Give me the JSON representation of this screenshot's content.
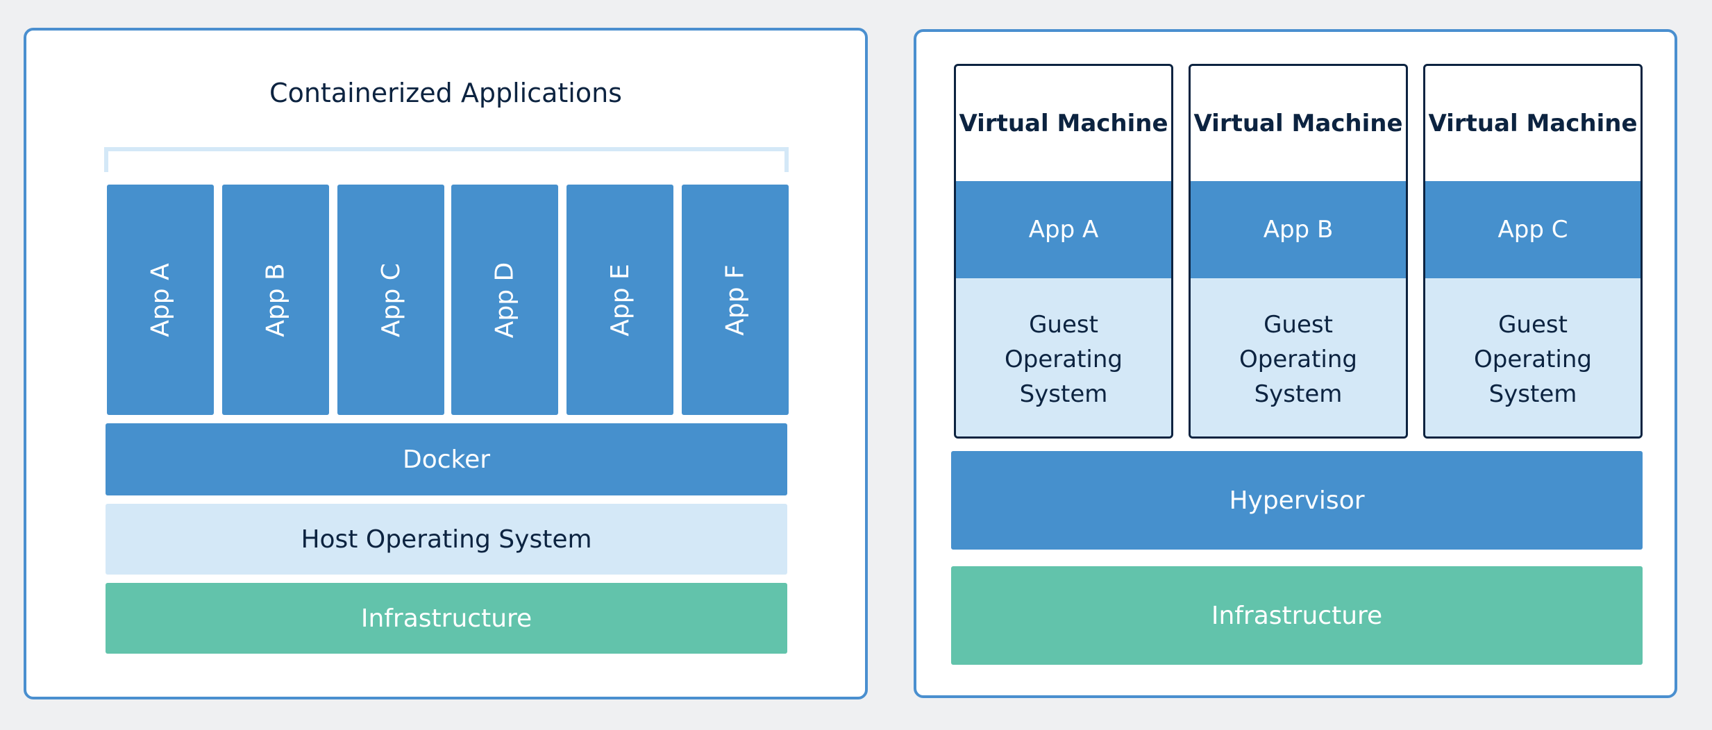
{
  "colors": {
    "background": "#eff0f2",
    "panel_border": "#4a8fcf",
    "blue_layer": "#4690cd",
    "light_layer": "#d4e8f7",
    "infrastructure": "#62c3ab",
    "text_dark": "#0c2340"
  },
  "containers": {
    "title": "Containerized Applications",
    "apps": [
      "App A",
      "App B",
      "App C",
      "App D",
      "App E",
      "App F"
    ],
    "docker": "Docker",
    "host_os": "Host Operating System",
    "infrastructure": "Infrastructure"
  },
  "vms": {
    "machines": [
      {
        "title": "Virtual Machine",
        "app": "App A",
        "os": "Guest\nOperating\nSystem"
      },
      {
        "title": "Virtual Machine",
        "app": "App B",
        "os": "Guest\nOperating\nSystem"
      },
      {
        "title": "Virtual Machine",
        "app": "App C",
        "os": "Guest\nOperating\nSystem"
      }
    ],
    "hypervisor": "Hypervisor",
    "infrastructure": "Infrastructure"
  }
}
